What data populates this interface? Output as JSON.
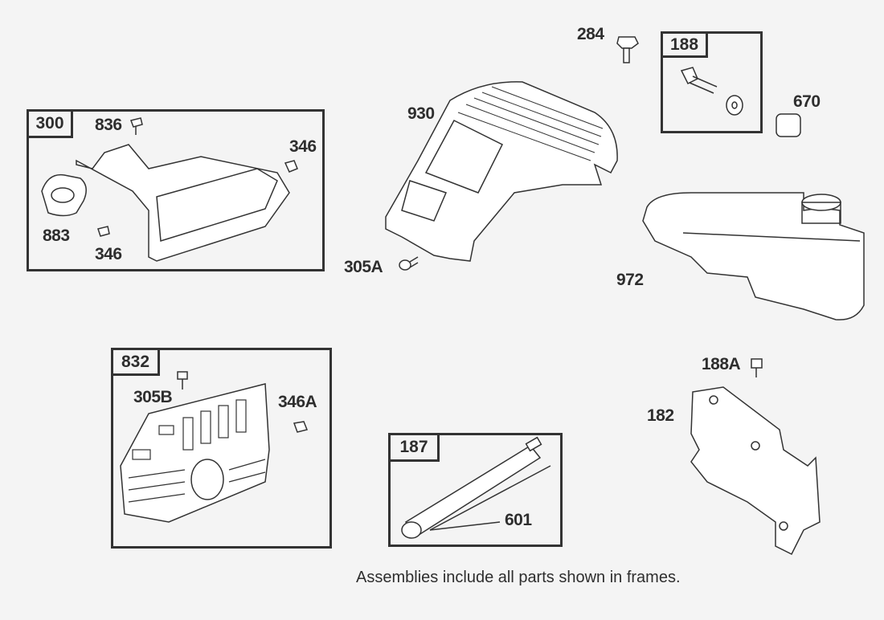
{
  "frames": [
    {
      "id": "300",
      "label": "300"
    },
    {
      "id": "188",
      "label": "188"
    },
    {
      "id": "832",
      "label": "832"
    },
    {
      "id": "187",
      "label": "187"
    }
  ],
  "parts": {
    "p284": "284",
    "p670": "670",
    "p930": "930",
    "p836": "836",
    "p346a": "346",
    "p883": "883",
    "p346b": "346",
    "p305A": "305A",
    "p972": "972",
    "p305B": "305B",
    "p346A": "346A",
    "p188A": "188A",
    "p182": "182",
    "p601": "601"
  },
  "note": "Assemblies include all parts shown in frames."
}
